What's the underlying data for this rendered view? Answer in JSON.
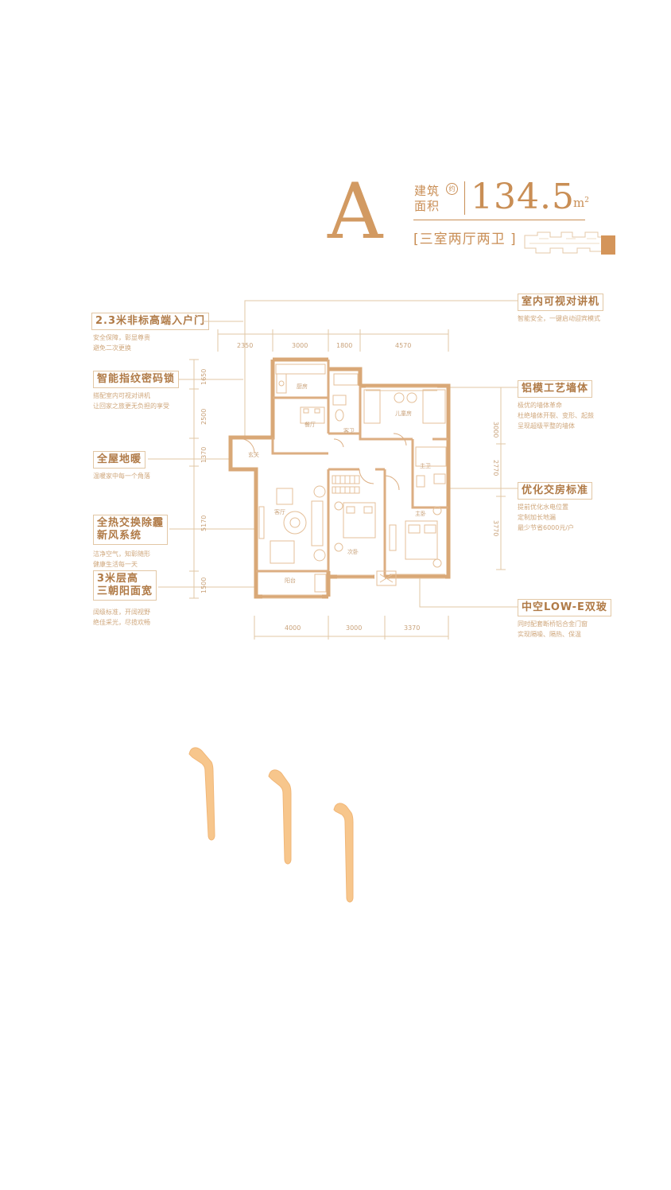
{
  "header": {
    "unit_type": "A",
    "label_line1": "建筑",
    "label_line2": "面积",
    "approx": "约",
    "area_value": "134.5",
    "area_unit": "m",
    "area_unit_sup": "2",
    "layout": "[三室两厅两卫 ]"
  },
  "features_left": [
    {
      "title": "2.3米非标高端入户门",
      "desc": [
        "安全保障，彰显尊贵",
        "避免二次更换"
      ]
    },
    {
      "title": "智能指纹密码锁",
      "desc": [
        "搭配室内可视对讲机",
        "让回家之旅更无负担的享受"
      ]
    },
    {
      "title": "全屋地暖",
      "desc": [
        "温暖家中每一个角落"
      ]
    },
    {
      "title": "全热交换除霾",
      "title2": "新风系统",
      "desc": [
        "洁净空气，知彰随形",
        "健康生活每一天"
      ]
    },
    {
      "title": "3米层高",
      "title2": "三朝阳面宽",
      "desc": [
        "阔级标准，开阔视野",
        "绝佳采光，尽揽欢畅"
      ]
    }
  ],
  "features_right": [
    {
      "title": "室内可视对讲机",
      "desc": [
        "智能安全，一键启动迎宾模式"
      ]
    },
    {
      "title": "铝模工艺墙体",
      "desc": [
        "极优的墙体革命",
        "杜绝墙体开裂、变形、起鼓",
        "呈现超级平整的墙体"
      ]
    },
    {
      "title": "优化交房标准",
      "desc": [
        "提前优化水电位置",
        "定制加长地漏",
        "最少节省6000元/户"
      ]
    },
    {
      "title": "中空LOW-E双玻",
      "desc": [
        "同时配套断桥铝合金门窗",
        "实现隔噪、隔热、保温"
      ]
    }
  ],
  "plan": {
    "dims_top": [
      "2350",
      "3000",
      "1800",
      "4570"
    ],
    "dims_bottom": [
      "4000",
      "3000",
      "3370"
    ],
    "dims_left": [
      "1650",
      "2500",
      "1370",
      "5170",
      "1500"
    ],
    "dims_right": [
      "3000",
      "2770",
      "3770"
    ],
    "rooms": {
      "kitchen": "厨房",
      "dining": "餐厅",
      "guest_bath": "客卫",
      "children": "儿童房",
      "foyer": "玄关",
      "master_bath": "主卫",
      "living": "客厅",
      "second": "次卧",
      "master": "主卧",
      "balcony": "阳台"
    }
  },
  "colors": {
    "accent": "#c98e55",
    "wall": "#d9a877",
    "deco": "#f7c68c"
  }
}
